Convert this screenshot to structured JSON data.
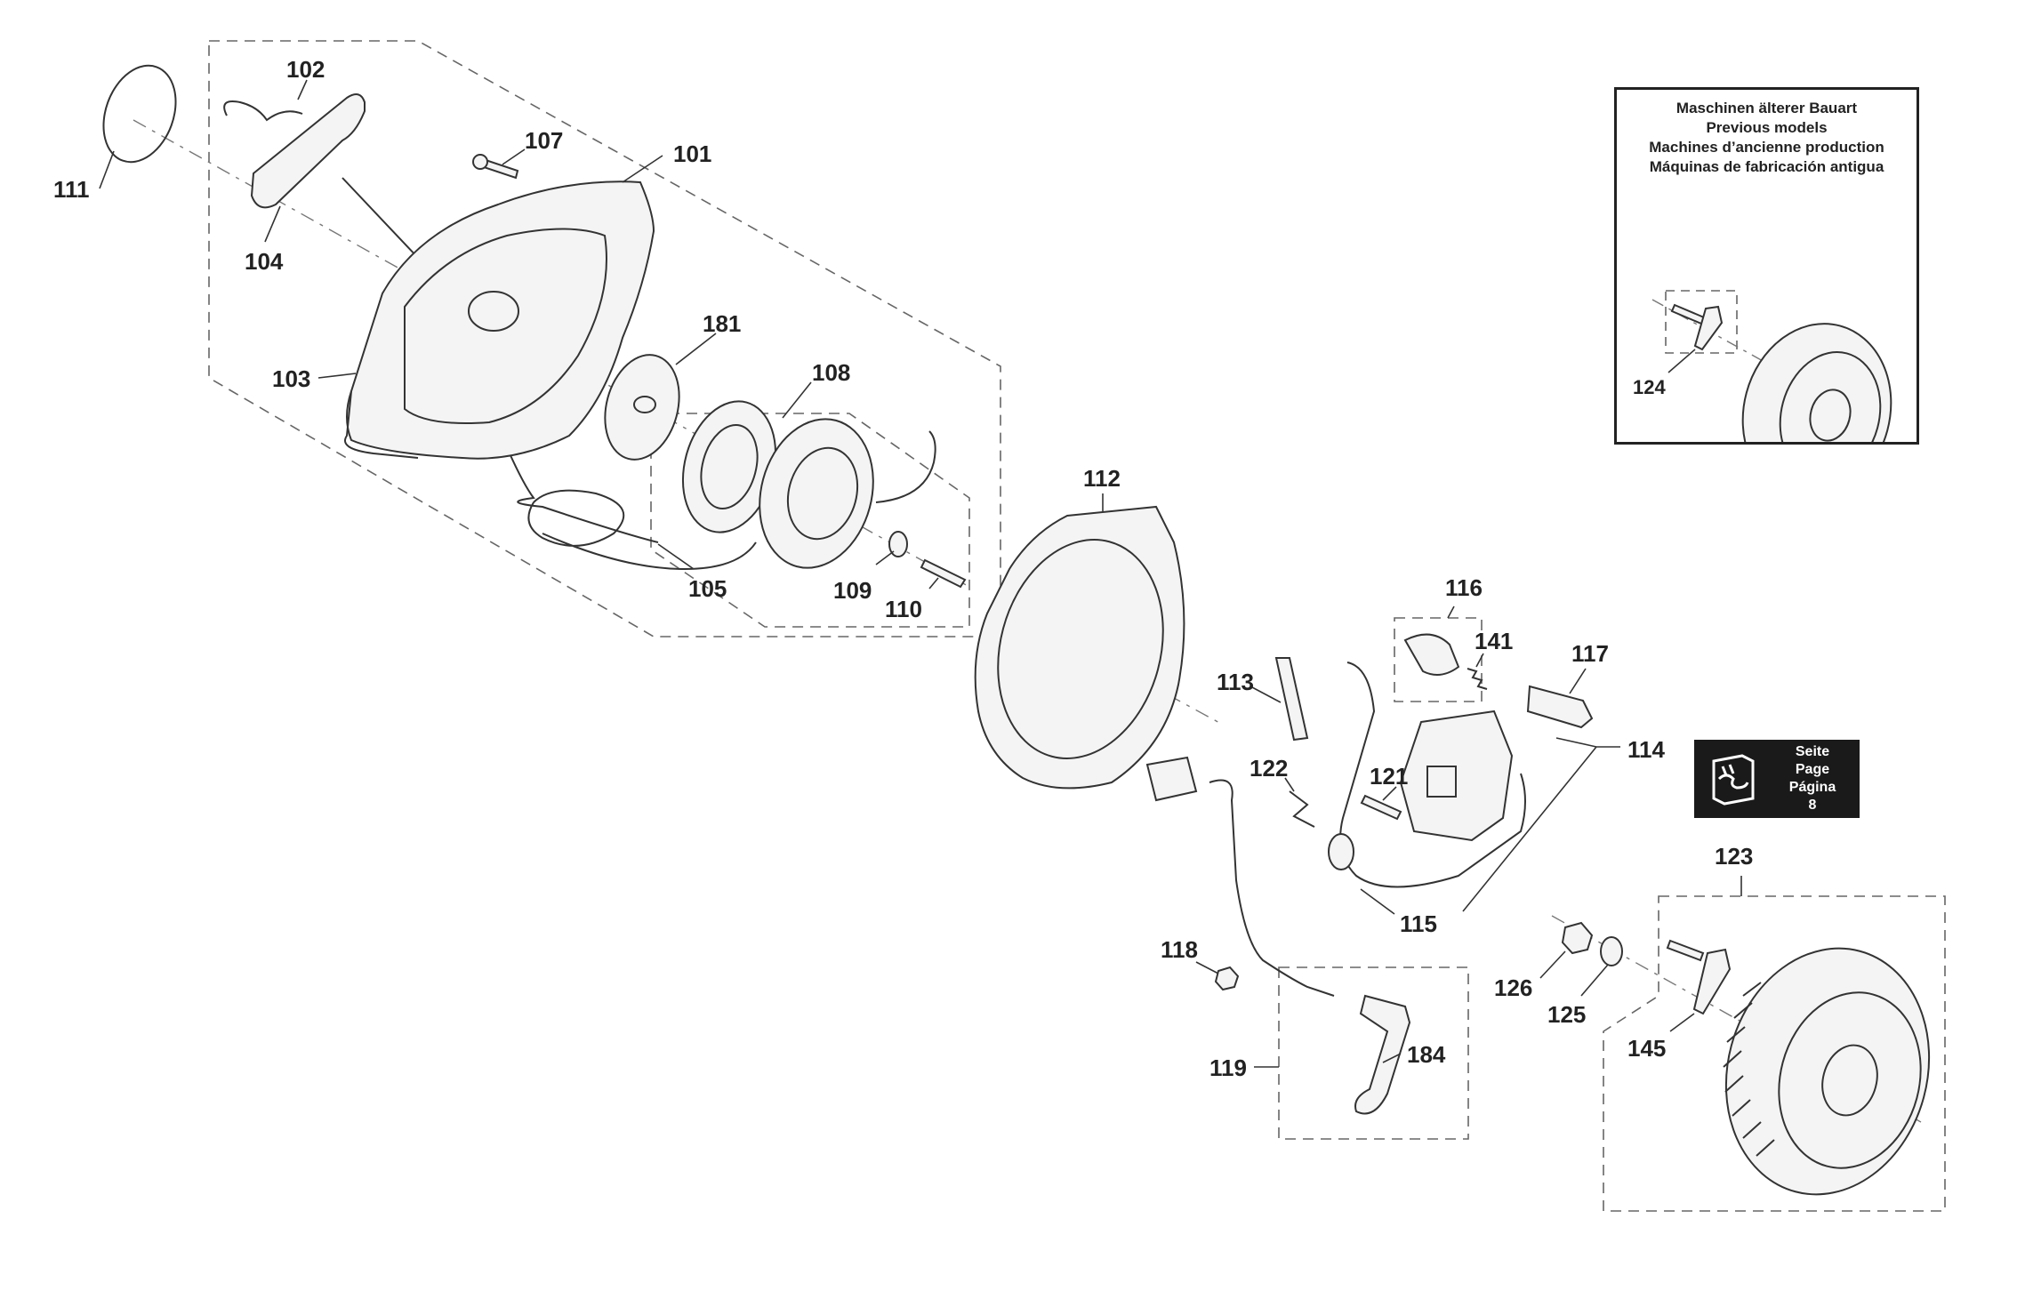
{
  "legend": {
    "lines": [
      "Maschinen älterer Bauart",
      "Previous models",
      "Machines d’ancienne production",
      "Máquinas de fabricación antigua"
    ],
    "part_label": "124"
  },
  "page_ref": {
    "lines": [
      "Seite",
      "Page",
      "Página",
      "8"
    ],
    "icon": "manual-page-icon"
  },
  "labels": {
    "p101": "101",
    "p102": "102",
    "p103": "103",
    "p104": "104",
    "p105": "105",
    "p107": "107",
    "p108": "108",
    "p109": "109",
    "p110": "110",
    "p111": "111",
    "p112": "112",
    "p113": "113",
    "p114": "114",
    "p115": "115",
    "p116": "116",
    "p117": "117",
    "p118": "118",
    "p119": "119",
    "p121": "121",
    "p122": "122",
    "p123": "123",
    "p125": "125",
    "p126": "126",
    "p141": "141",
    "p145": "145",
    "p181": "181",
    "p184": "184"
  }
}
